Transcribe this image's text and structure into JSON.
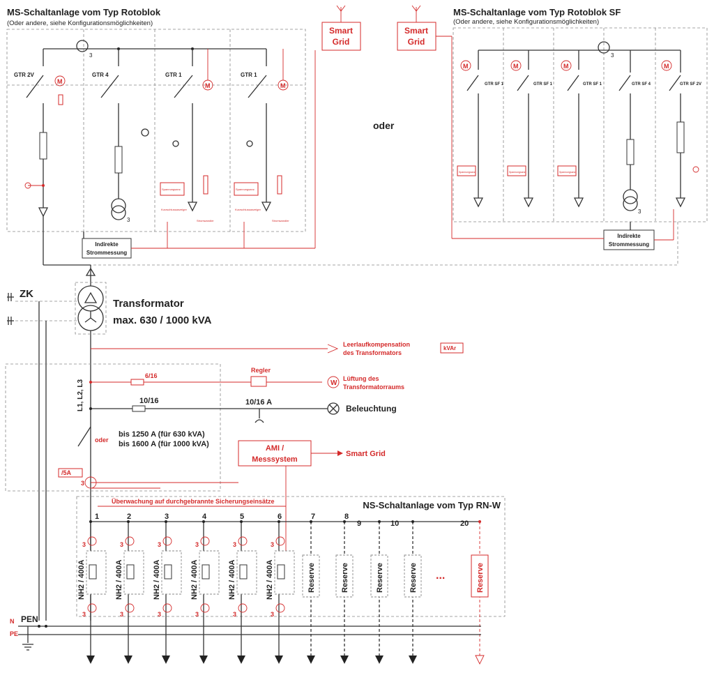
{
  "ms_left": {
    "title": "MS-Schaltanlage vom Typ Rotoblok",
    "subtitle": "(Oder andere, siehe Konfigurationsmöglichkeiten)",
    "fields": [
      "GTR 2V",
      "GTR 4",
      "GTR 1",
      "GTR 1"
    ],
    "indirect_label_1": "Indirekte",
    "indirect_label_2": "Strommessung"
  },
  "ms_right": {
    "title": "MS-Schaltanlage vom Typ Rotoblok SF",
    "subtitle": "(Oder andere, siehe Konfigurationsmöglichkeiten)",
    "fields": [
      "GTR SF 1",
      "GTR SF 1",
      "GTR SF 1",
      "GTR SF 4",
      "GTR SF 2V"
    ],
    "indirect_label_1": "Indirekte",
    "indirect_label_2": "Strommessung"
  },
  "smart_grid_box": {
    "line1": "Smart",
    "line2": "Grid"
  },
  "oder_center": "oder",
  "motor_label": "M",
  "ct_count": "3",
  "transformer": {
    "zk": "ZK",
    "title": "Transformator",
    "rating": "max. 630 / 1000 kVA"
  },
  "compensation": {
    "line1": "Leerlaufkompensation",
    "line2": "des Transformators",
    "unit": "kVAr"
  },
  "lv_supply": {
    "phases": "L1, L2, L3",
    "fuse_small": "6/16",
    "regler": "Regler",
    "w_symbol": "W",
    "ventilation_1": "Lüftung des",
    "ventilation_2": "Transformatorraums",
    "fuse_lighting": "10/16",
    "socket_fuse": "10/16 A",
    "lighting": "Beleuchtung",
    "oder": "oder",
    "rating_1": "bis 1250 A (für 630 kVA)",
    "rating_2": "bis 1600 A (für 1000 kVA)",
    "ami_1": "AMI /",
    "ami_2": "Messsystem",
    "smart_grid": "Smart Grid",
    "ct_ratio": "/5A",
    "ct_count": "3"
  },
  "ns": {
    "title": "NS-Schaltanlage vom Typ RN-W",
    "monitoring": "Überwachung auf durchgebrannte Sicherungseinsätze",
    "feeders": [
      "1",
      "2",
      "3",
      "4",
      "5",
      "6",
      "7",
      "8",
      "9",
      "10",
      "20"
    ],
    "nh_label": "NH2 / 400A",
    "reserve_label": "Reserve",
    "dots": "...",
    "n": "N",
    "pe": "PE",
    "pen": "PEN",
    "ct_count": "3"
  },
  "small_labels": {
    "spannung": "Spannungsanz.",
    "kurzschluss": "Kurzschlussanzeiger",
    "ueberspannung": "Überspannungsableiter",
    "stromwandler": "Stromwandler"
  }
}
